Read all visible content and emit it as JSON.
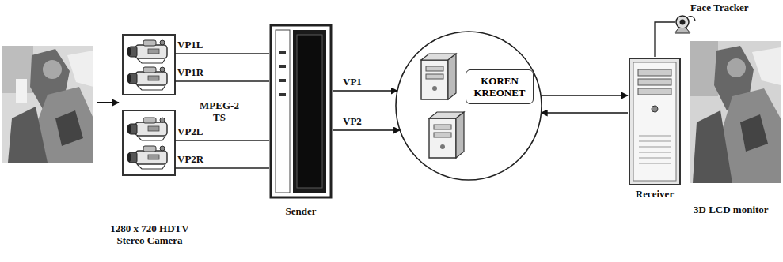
{
  "diagram": {
    "nodes": [
      {
        "text": [
          "Sender"
        ]
      },
      {
        "text": [
          "KOREN KREONET"
        ]
      },
      {
        "text": [
          "Receiver"
        ]
      }
    ],
    "edges": [
      {
        "from": 0,
        "to": 1,
        "label": "VP1",
        "arrow": "to"
      },
      {
        "from": 0,
        "to": 1,
        "label": "VP2",
        "arrow": "to"
      },
      {
        "from": 1,
        "to": 2,
        "arrow": "to"
      },
      {
        "from": 2,
        "to": 1,
        "arrow": "to"
      }
    ],
    "labels": [
      "VP1L",
      "VP1R",
      "MPEG-2 TS",
      "VP2L",
      "VP2R",
      "1280 x 720 HDTV Stereo Camera",
      "Face Tracker",
      "3D LCD monitor"
    ]
  }
}
